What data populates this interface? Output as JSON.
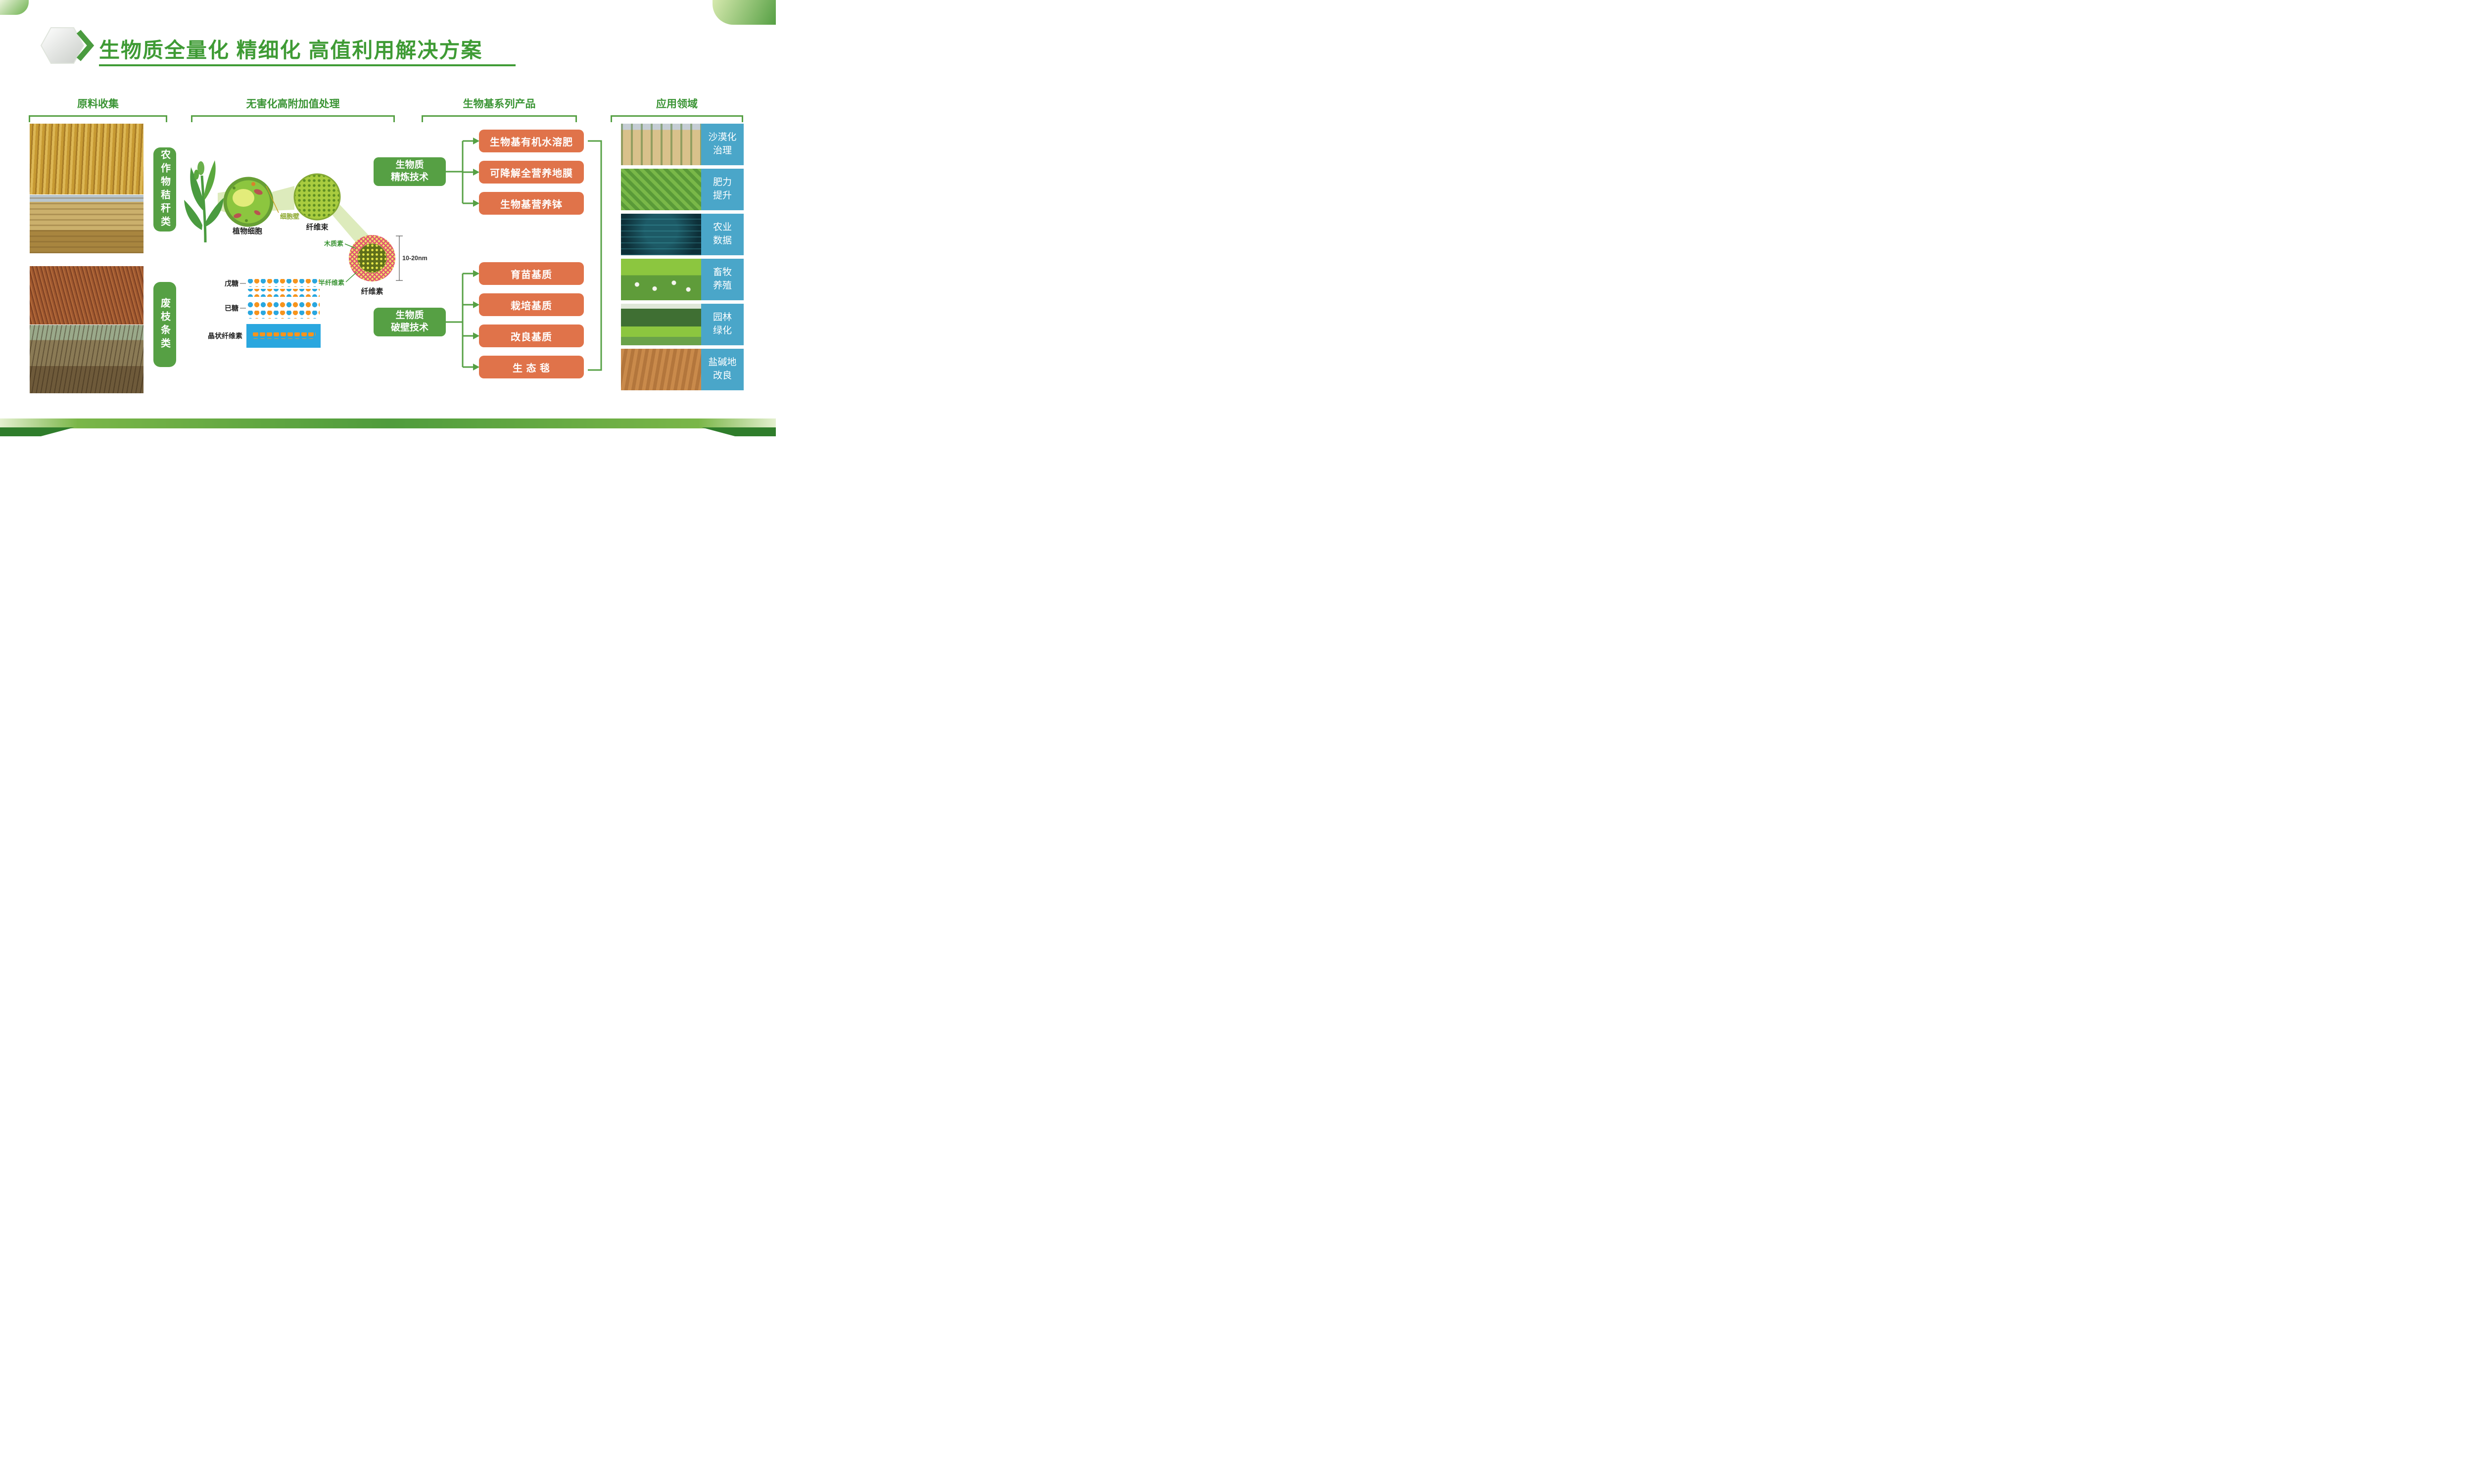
{
  "title": "生物质全量化 精细化 高值利用解决方案",
  "colors": {
    "green": "#56a044",
    "title_green": "#3f9b35",
    "orange": "#e0734a",
    "blue": "#4aa6c9"
  },
  "sections": {
    "collection": {
      "header": "原料收集"
    },
    "processing": {
      "header": "无害化高附加值处理"
    },
    "products": {
      "header": "生物基系列产品"
    },
    "applications": {
      "header": "应用领域"
    }
  },
  "collection": {
    "categories": [
      {
        "label": "农作物秸秆类"
      },
      {
        "label": "废枝条类"
      }
    ]
  },
  "diagram": {
    "plant_cell": "植物细胞",
    "cell_wall": "细胞壁",
    "fiber_bundle": "纤维束",
    "lignin": "木质素",
    "hemicellulose": "半纤维素",
    "cellulose": "纤维素",
    "scale": "10-20nm",
    "pentose": "戊糖",
    "hexose": "已糖",
    "crystalline_cellulose": "晶状纤维素"
  },
  "technologies": [
    {
      "line1": "生物质",
      "line2": "精炼技术"
    },
    {
      "line1": "生物质",
      "line2": "破壁技术"
    }
  ],
  "products": {
    "refining": [
      "生物基有机水溶肥",
      "可降解全营养地膜",
      "生物基营养钵"
    ],
    "breaking": [
      "育苗基质",
      "栽培基质",
      "改良基质",
      "生 态 毯"
    ]
  },
  "applications": [
    {
      "line1": "沙漠化",
      "line2": "治理"
    },
    {
      "line1": "肥力",
      "line2": "提升"
    },
    {
      "line1": "农业",
      "line2": "数据"
    },
    {
      "line1": "畜牧",
      "line2": "养殖"
    },
    {
      "line1": "园林",
      "line2": "绿化"
    },
    {
      "line1": "盐碱地",
      "line2": "改良"
    }
  ]
}
